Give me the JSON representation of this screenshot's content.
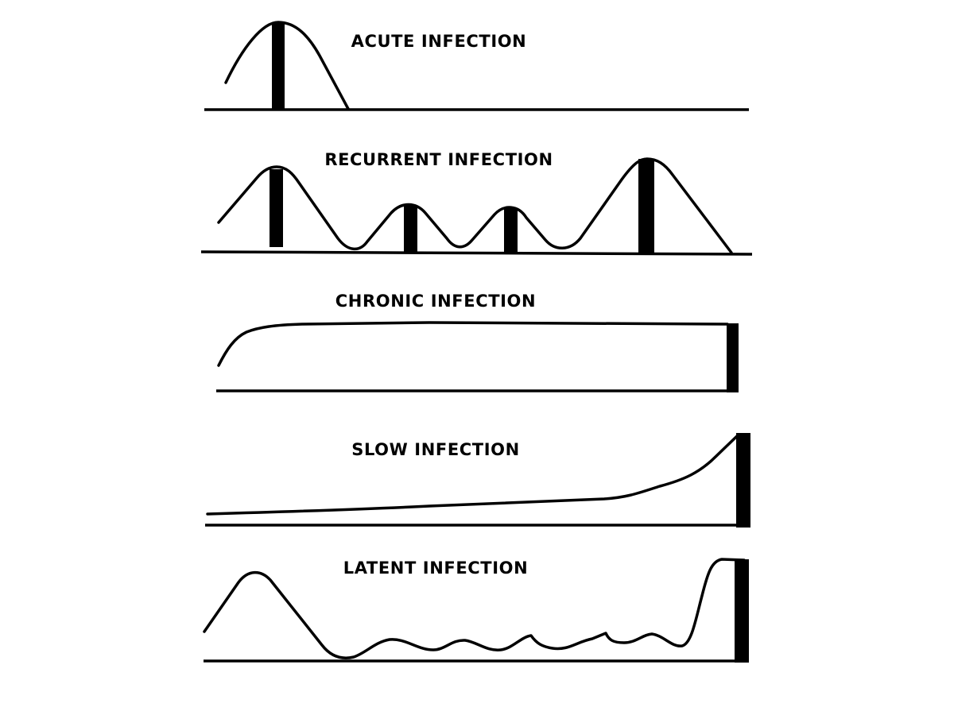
{
  "diagram": {
    "panels": [
      {
        "id": "acute",
        "title": "ACUTE INFECTION"
      },
      {
        "id": "recurrent",
        "title": "RECURRENT INFECTION"
      },
      {
        "id": "chronic",
        "title": "CHRONIC INFECTION"
      },
      {
        "id": "slow",
        "title": "SLOW INFECTION"
      },
      {
        "id": "latent",
        "title": "LATENT INFECTION"
      }
    ],
    "colors": {
      "ink": "#000000",
      "background": "#ffffff"
    }
  }
}
